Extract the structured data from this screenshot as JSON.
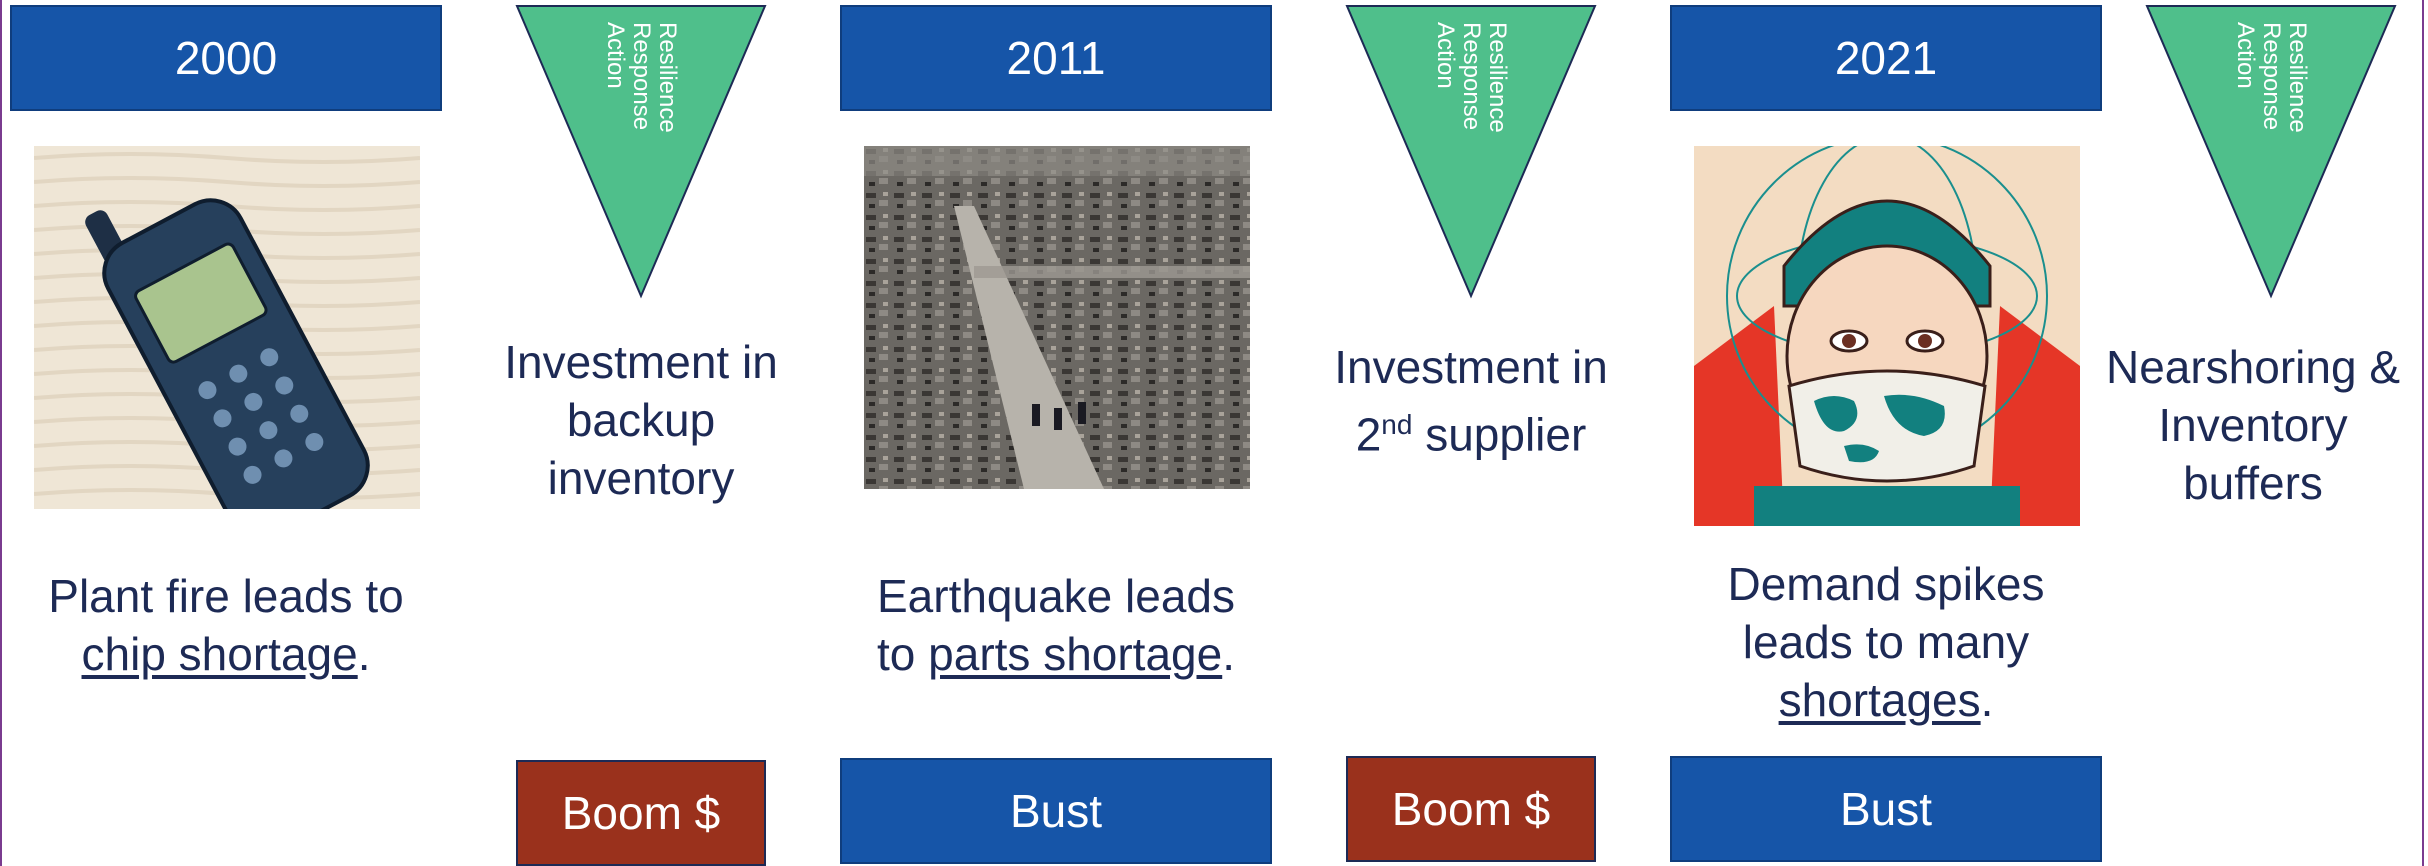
{
  "years": [
    "2000",
    "2011",
    "2021"
  ],
  "triangle_label": [
    "Resilience",
    "Response",
    "Action"
  ],
  "actions": {
    "a1": "Investment in backup inventory",
    "a2_pre": "Investment in",
    "a2_num": "2",
    "a2_sup": "nd",
    "a2_post": " supplier",
    "a3": "Nearshoring & Inventory buffers"
  },
  "events": {
    "e1_pre": "Plant fire leads to ",
    "e1_link": "chip shortage",
    "e1_end": ".",
    "e2_pre": "Earthquake leads to ",
    "e2_link": "parts shortage",
    "e2_end": ".",
    "e3_pre": "Demand spikes leads to many ",
    "e3_link": "shortages",
    "e3_end": "."
  },
  "bottom": {
    "boom1": "Boom $",
    "bust1": "Bust",
    "boom2": "Boom $",
    "bust2": "Bust"
  },
  "images": [
    "mobile-phone-photo",
    "earthquake-debris-photo",
    "masked-nurse-illustration"
  ],
  "colors": {
    "year_box": "#1655a8",
    "triangle": "#4fbf8b",
    "boom": "#9a311c",
    "text": "#1d2a55",
    "frame": "#7a3b8f"
  }
}
